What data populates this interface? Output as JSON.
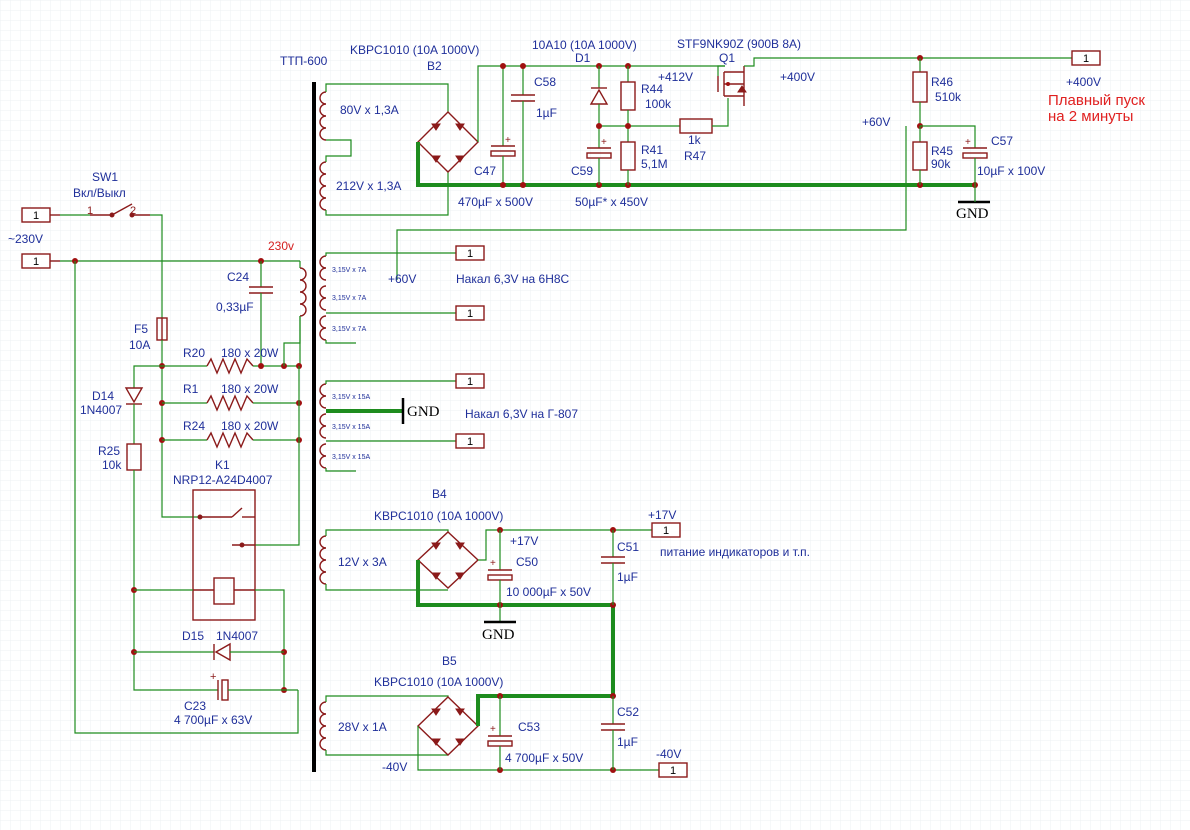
{
  "transformer": {
    "name": "ТТП-600"
  },
  "windings": {
    "w80": "80V x 1,3A",
    "w212": "212V x 1,3A",
    "heat1": "3,15V x 7A",
    "heat2": "3,15V x 7A",
    "heat3": "3,15V x 7A",
    "heat4": "3,15V x 15A",
    "heat5": "3,15V x 15A",
    "heat6": "3,15V x 15A",
    "w12": "12V x 3A",
    "w28": "28V x 1A"
  },
  "components": {
    "sw1_name": "SW1",
    "sw1_desc": "Вкл/Выкл",
    "sw1_p1": "1",
    "sw1_p2": "2",
    "f5_name": "F5",
    "f5_val": "10A",
    "c24_name": "C24",
    "c24_val": "0,33µF",
    "r20_name": "R20",
    "r20_val": "180 x 20W",
    "r1_name": "R1",
    "r1_val": "180 x 20W",
    "r24_name": "R24",
    "r24_val": "180 x 20W",
    "d14_name": "D14",
    "d14_val": "1N4007",
    "r25_name": "R25",
    "r25_val": "10k",
    "k1_name": "K1",
    "k1_val": "NRP12-A24D4007",
    "d15_name": "D15",
    "d15_val": "1N4007",
    "c23_name": "C23",
    "c23_val": "4 700µF x 63V",
    "b2_part": "KBPC1010 (10A 1000V)",
    "b2_name": "B2",
    "c58_name": "C58",
    "c58_val": "1µF",
    "c47_name": "C47",
    "c47_val": "470µF x 500V",
    "d1_part": "10A10 (10A 1000V)",
    "d1_name": "D1",
    "r44_name": "R44",
    "r44_val": "100k",
    "r41_name": "R41",
    "r41_val": "5,1M",
    "c59_name": "C59",
    "c59_val": "50µF* x 450V",
    "r47_val": "1k",
    "r47_name": "R47",
    "q1_name": "Q1",
    "q1_part": "STF9NK90Z (900B 8A)",
    "r46_name": "R46",
    "r46_val": "510k",
    "r45_name": "R45",
    "r45_val": "90k",
    "c57_name": "C57",
    "c57_val": "10µF x 100V",
    "b4_name": "B4",
    "b4_part": "KBPC1010 (10A 1000V)",
    "c50_name": "C50",
    "c50_val": "10 000µF x 50V",
    "c51_name": "C51",
    "c51_val": "1µF",
    "b5_name": "B5",
    "b5_part": "KBPC1010 (10A 1000V)",
    "c53_name": "C53",
    "c53_val": "4 700µF x 50V",
    "c52_name": "C52",
    "c52_val": "1µF"
  },
  "nets": {
    "v230_in": "~230V",
    "v230": "230v",
    "v412": "+412V",
    "v400": "+400V",
    "v400_out": "+400V",
    "v60a": "+60V",
    "v60b": "+60V",
    "v17a": "+17V",
    "v17b": "+17V",
    "vm40a": "-40V",
    "vm40b": "-40V",
    "gnd": "GND"
  },
  "ports": {
    "pin": "1"
  },
  "notes": {
    "soft_start_1": "Плавный пуск",
    "soft_start_2": "на 2 минуты",
    "heater_6h8c": "Накал 6,3V на 6Н8С",
    "heater_g807": "Накал 6,3V на Г-807",
    "indicators": "питание индикаторов и т.п."
  },
  "colors": {
    "wire": "#1e8c1e",
    "component": "#8b1a1a",
    "label": "#1f2f9a",
    "note": "#e02020"
  }
}
